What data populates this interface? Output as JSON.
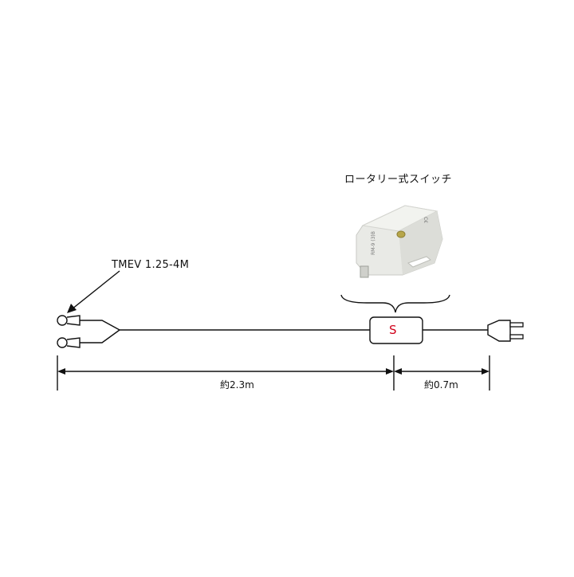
{
  "labels": {
    "switch_title": "ロータリー式スイッチ",
    "terminal": "TMEV 1.25-4M",
    "switch_symbol": "S",
    "length_main": "約2.3m",
    "length_plug": "約0.7m"
  },
  "switch_photo": {
    "body_text": "RM-9 (3)B",
    "side_text": "C€"
  },
  "colors": {
    "line": "#111111",
    "switch_symbol": "#d0021b",
    "switch_body": "#e9eae6",
    "background": "#ffffff"
  }
}
